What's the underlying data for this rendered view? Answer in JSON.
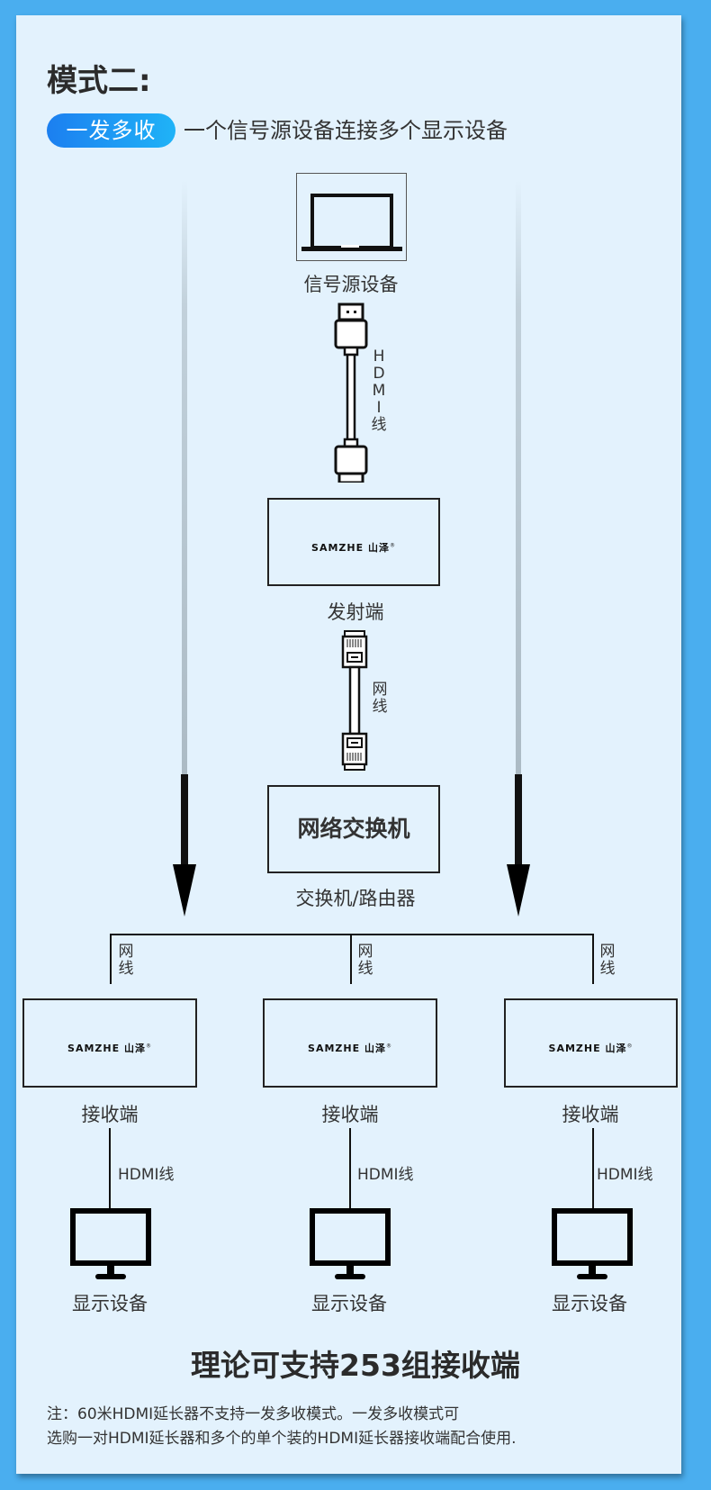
{
  "header": {
    "title": "模式二:",
    "mode_badge": "一发多收",
    "subtitle": "一个信号源设备连接多个显示设备"
  },
  "source": {
    "icon": "laptop-icon",
    "label": "信号源设备"
  },
  "hdmi_cable": {
    "icon": "hdmi-cable-icon",
    "label_chars": [
      "H",
      "D",
      "M",
      "I",
      "线"
    ]
  },
  "transmitter": {
    "brand": "SAMZHE 山泽",
    "brand_mark": "®",
    "label": "发射端"
  },
  "network_cable": {
    "icon": "rj45-cable-icon",
    "label_chars": [
      "网",
      "线"
    ]
  },
  "switch": {
    "box_text": "网络交换机",
    "label": "交换机/路由器"
  },
  "arrows": {
    "left": "arrow-down-icon",
    "right": "arrow-down-icon"
  },
  "receivers": [
    {
      "cable_label_chars": [
        "网",
        "线"
      ],
      "brand": "SAMZHE 山泽",
      "brand_mark": "®",
      "label": "接收端",
      "hdmi_label": "HDMI线",
      "display_label": "显示设备"
    },
    {
      "cable_label_chars": [
        "网",
        "线"
      ],
      "brand": "SAMZHE 山泽",
      "brand_mark": "®",
      "label": "接收端",
      "hdmi_label": "HDMI线",
      "display_label": "显示设备"
    },
    {
      "cable_label_chars": [
        "网",
        "线"
      ],
      "brand": "SAMZHE 山泽",
      "brand_mark": "®",
      "label": "接收端",
      "hdmi_label": "HDMI线",
      "display_label": "显示设备"
    }
  ],
  "footer": {
    "headline": "理论可支持253组接收端",
    "note_line1": "注：60米HDMI延长器不支持一发多收模式。一发多收模式可",
    "note_line2": "选购一对HDMI延长器和多个的单个装的HDMI延长器接收端配合使用."
  },
  "colors": {
    "background": "#4aaeef",
    "card": "#e3f2fd",
    "badge_gradient_start": "#1c7ff0",
    "badge_gradient_end": "#1fb3f7",
    "line": "#111111"
  }
}
